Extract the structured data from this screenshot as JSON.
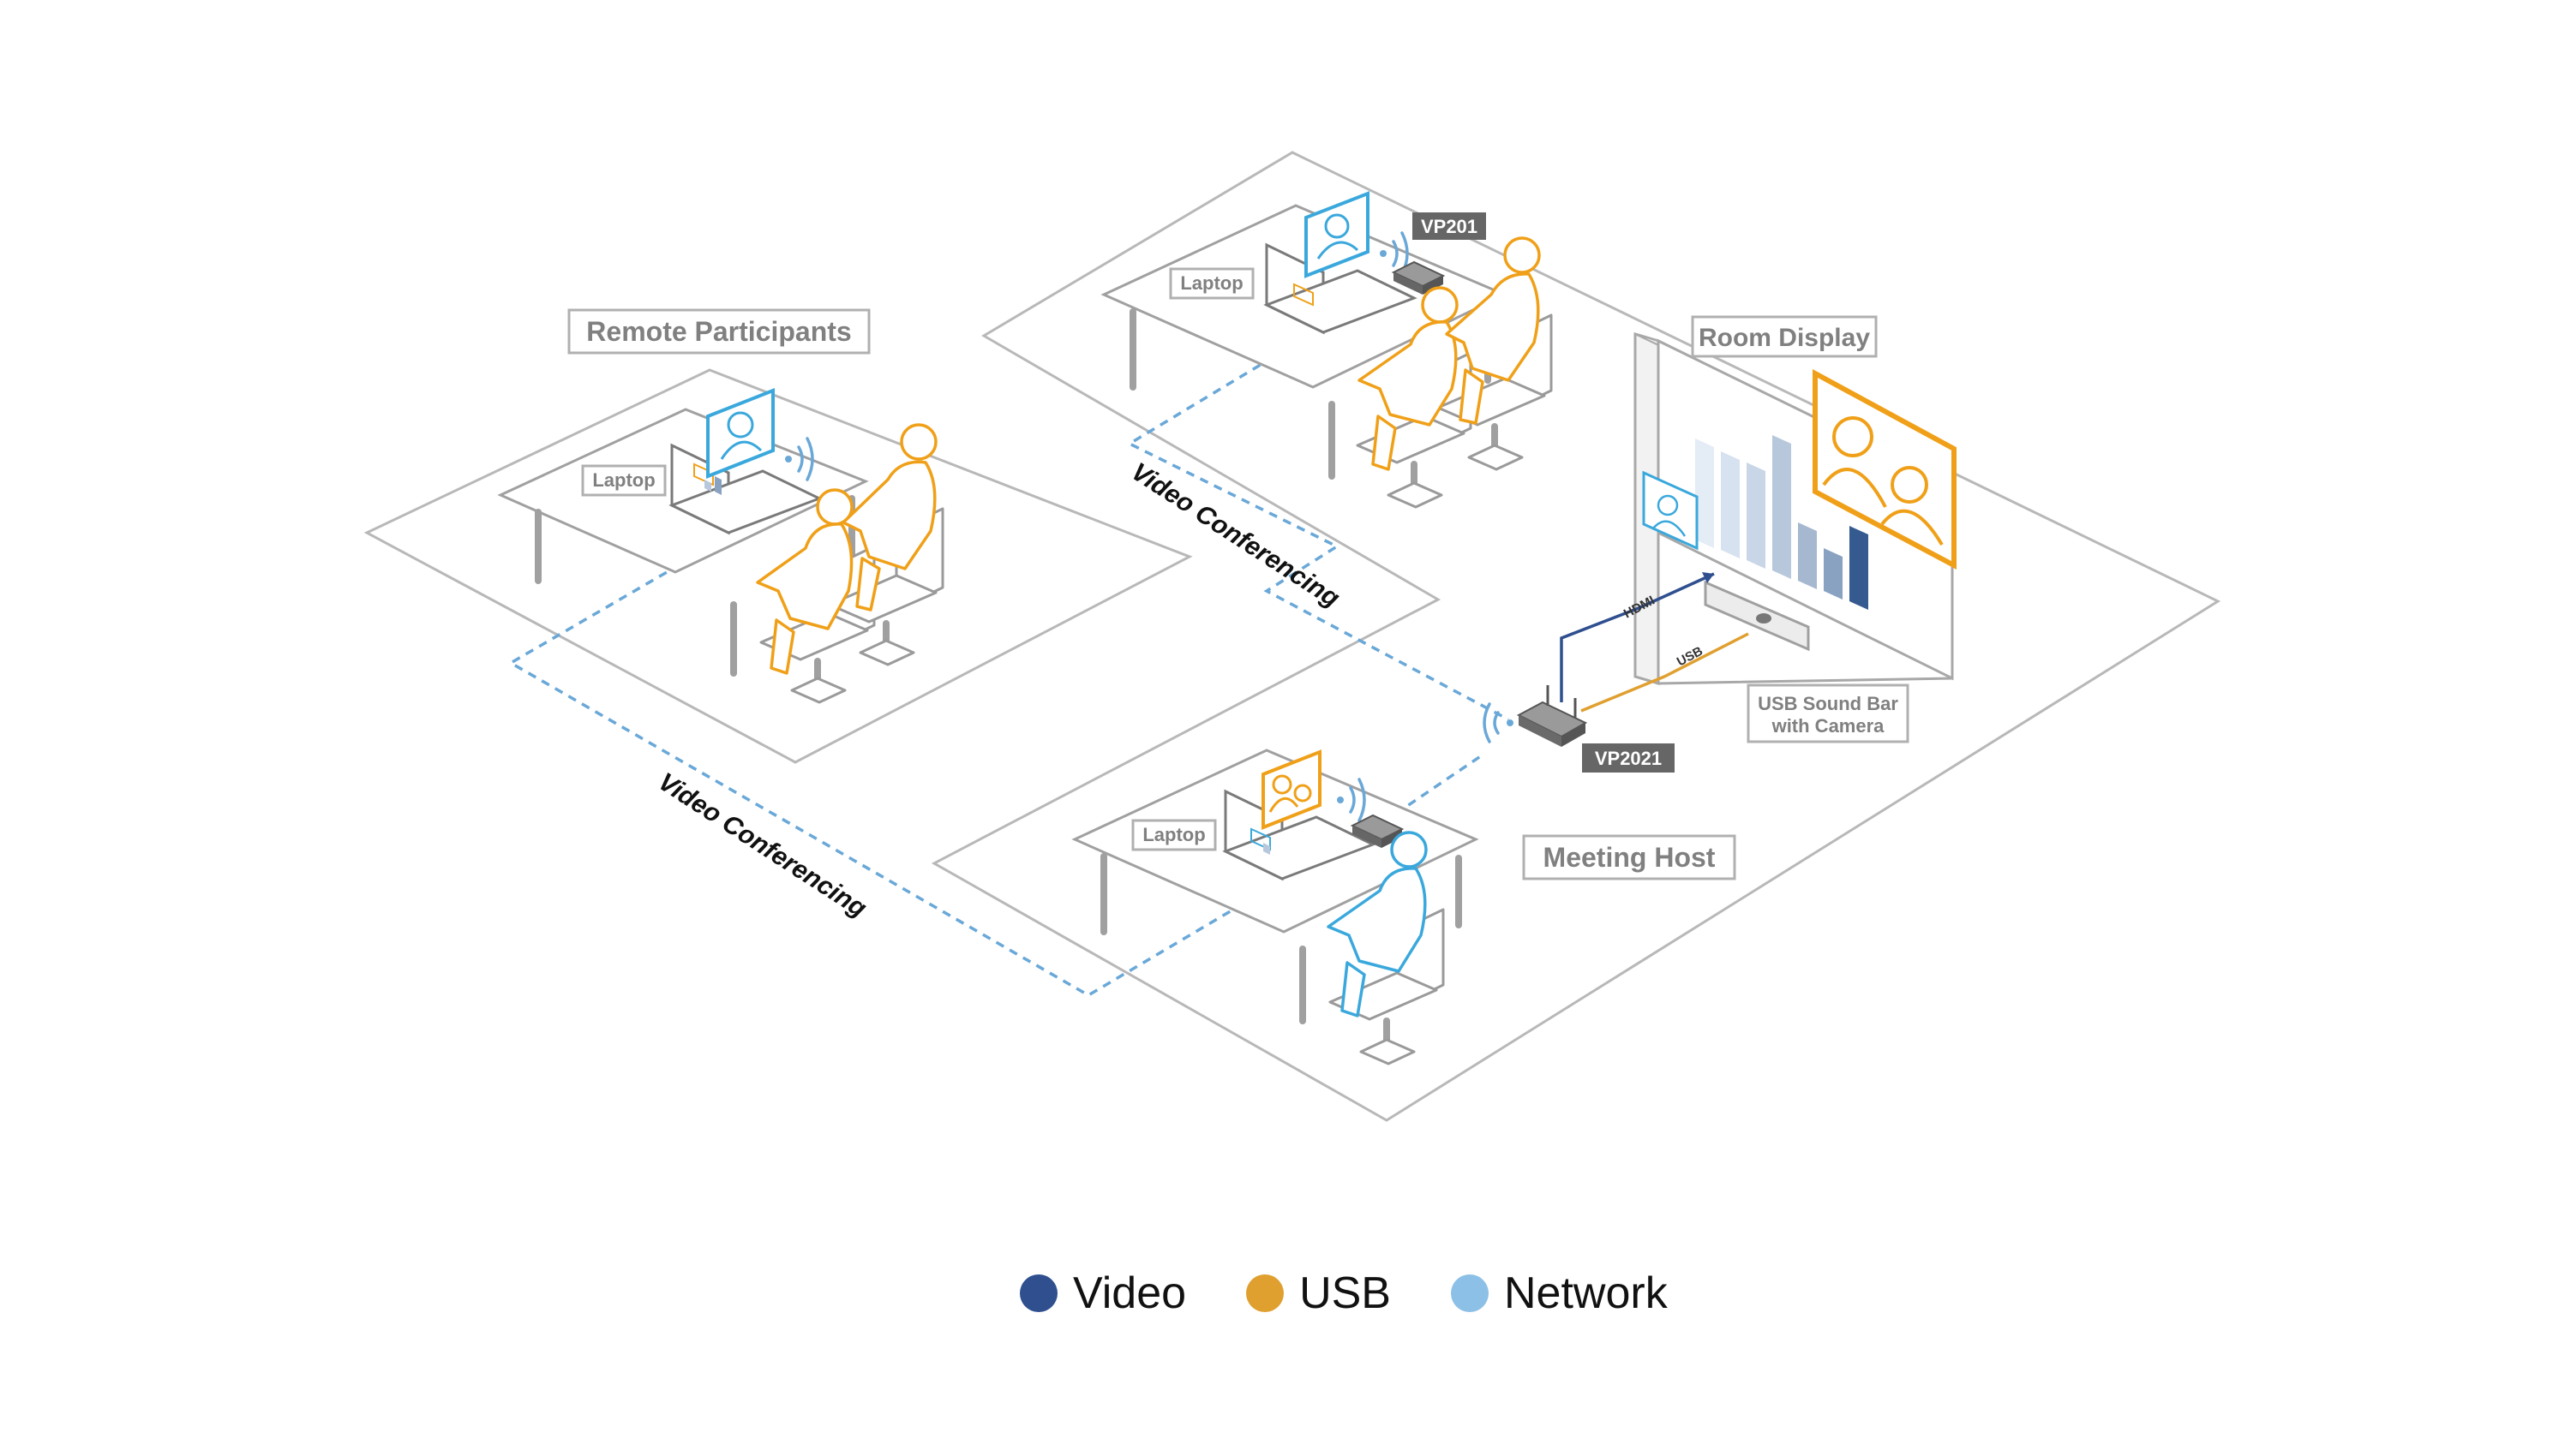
{
  "labels": {
    "remote_participants": "Remote Participants",
    "room_display": "Room Display",
    "meeting_host": "Meeting Host",
    "laptop_remote": "Laptop",
    "laptop_room": "Laptop",
    "laptop_host": "Laptop",
    "vp201": "VP201",
    "vp2021": "VP2021",
    "soundbar_line1": "USB Sound Bar",
    "soundbar_line2": "with Camera",
    "video_conf_1": "Video Conferencing",
    "video_conf_2": "Video Conferencing",
    "hdmi": "HDMI",
    "usb": "USB"
  },
  "legend": [
    {
      "label": "Video",
      "color": "#2f4f8f"
    },
    {
      "label": "USB",
      "color": "#e0a030"
    },
    {
      "label": "Network",
      "color": "#8cc0e6"
    }
  ],
  "colors": {
    "video": "#2f4f8f",
    "usb": "#e0a030",
    "network": "#6aa8d8",
    "orange_person": "#f0a018",
    "blue_person": "#3aa8dc",
    "outline": "#9a9a9a"
  }
}
